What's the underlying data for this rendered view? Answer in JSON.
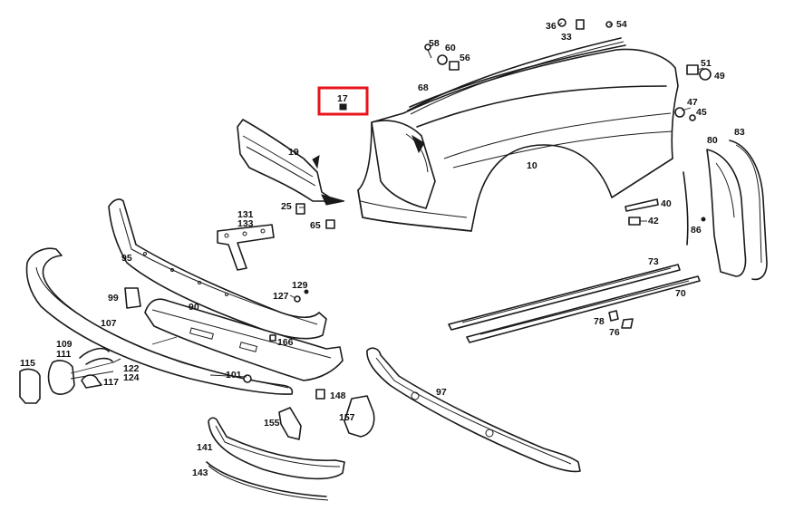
{
  "diagram": {
    "highlight_color": "#e8141b",
    "highlighted_part": "17",
    "callouts": [
      "36",
      "33",
      "54",
      "58",
      "60",
      "56",
      "51",
      "49",
      "68",
      "47",
      "45",
      "17",
      "83",
      "80",
      "19",
      "10",
      "40",
      "25",
      "131",
      "133",
      "65",
      "42",
      "86",
      "95",
      "73",
      "129",
      "127",
      "70",
      "99",
      "90",
      "107",
      "78",
      "166",
      "76",
      "109",
      "111",
      "115",
      "122",
      "124",
      "117",
      "101",
      "97",
      "148",
      "155",
      "157",
      "141",
      "143"
    ]
  }
}
